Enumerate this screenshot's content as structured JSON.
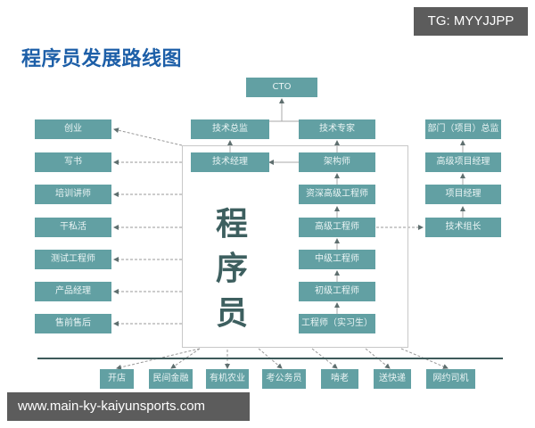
{
  "title": "程序员发展路线图",
  "watermark_badge": "TG: MYYJJPP",
  "watermark_url": "www.main-ky-kaiyunsports.com",
  "colors": {
    "title": "#1d5fa8",
    "node_fill": "#62a0a3",
    "node_text": "#eaf4f4",
    "big_text": "#3d5f5f",
    "connector": "#7a8a8a",
    "frame": "#c8c8c8",
    "baseline": "#3d5a5a"
  },
  "center_label": [
    "程",
    "序",
    "员"
  ],
  "top": {
    "cto": "CTO"
  },
  "tech_track": {
    "director": "技术总监",
    "expert": "技术专家",
    "manager": "技术经理",
    "architect": "架构师",
    "senior_staff": "资深高级工程师",
    "senior": "高级工程师",
    "mid": "中级工程师",
    "junior": "初级工程师",
    "intern": "工程师（实习生）"
  },
  "left_exits": [
    "创业",
    "写书",
    "培训讲师",
    "干私活",
    "测试工程师",
    "产品经理",
    "售前售后"
  ],
  "management_track": [
    "部门（项目）总监",
    "高级项目经理",
    "项目经理",
    "技术组长"
  ],
  "bottom_exits": [
    "开店",
    "民间金融",
    "有机农业",
    "考公务员",
    "啃老",
    "送快递",
    "网约司机"
  ]
}
